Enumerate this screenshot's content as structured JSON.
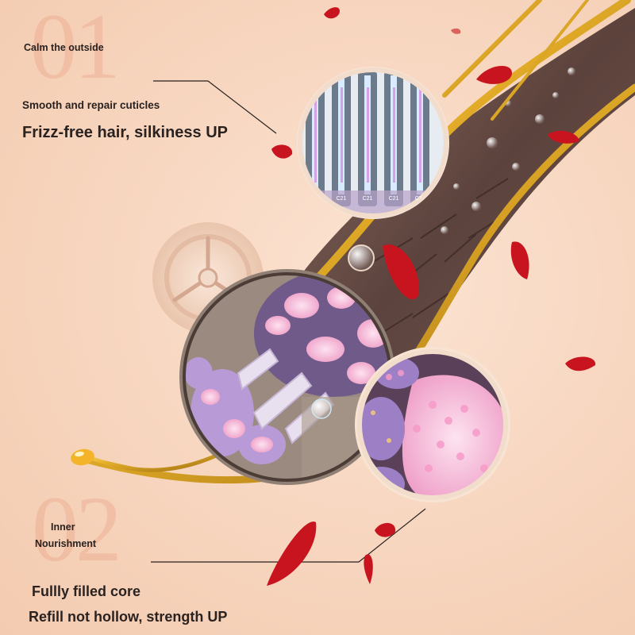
{
  "section1": {
    "number": "01",
    "label": "Calm the outside",
    "subtitle": "Smooth and repair cuticles",
    "headline": "Frizz-free hair, silkiness UP"
  },
  "section2": {
    "number": "02",
    "label_line1": "Inner",
    "label_line2": "Nourishment",
    "headline_line1": "Fullly filled core",
    "headline_line2": "Refill not hollow, strength UP"
  },
  "badge": {
    "text": "C21"
  },
  "colors": {
    "background": "#f7d5be",
    "number_tint": "#e49676",
    "text": "#2a2220",
    "gold": "#d9a520",
    "petal": "#c8141e",
    "hair_core": "#4e3530",
    "lavender": "#b79ad6",
    "pink": "#f1a6cc"
  }
}
